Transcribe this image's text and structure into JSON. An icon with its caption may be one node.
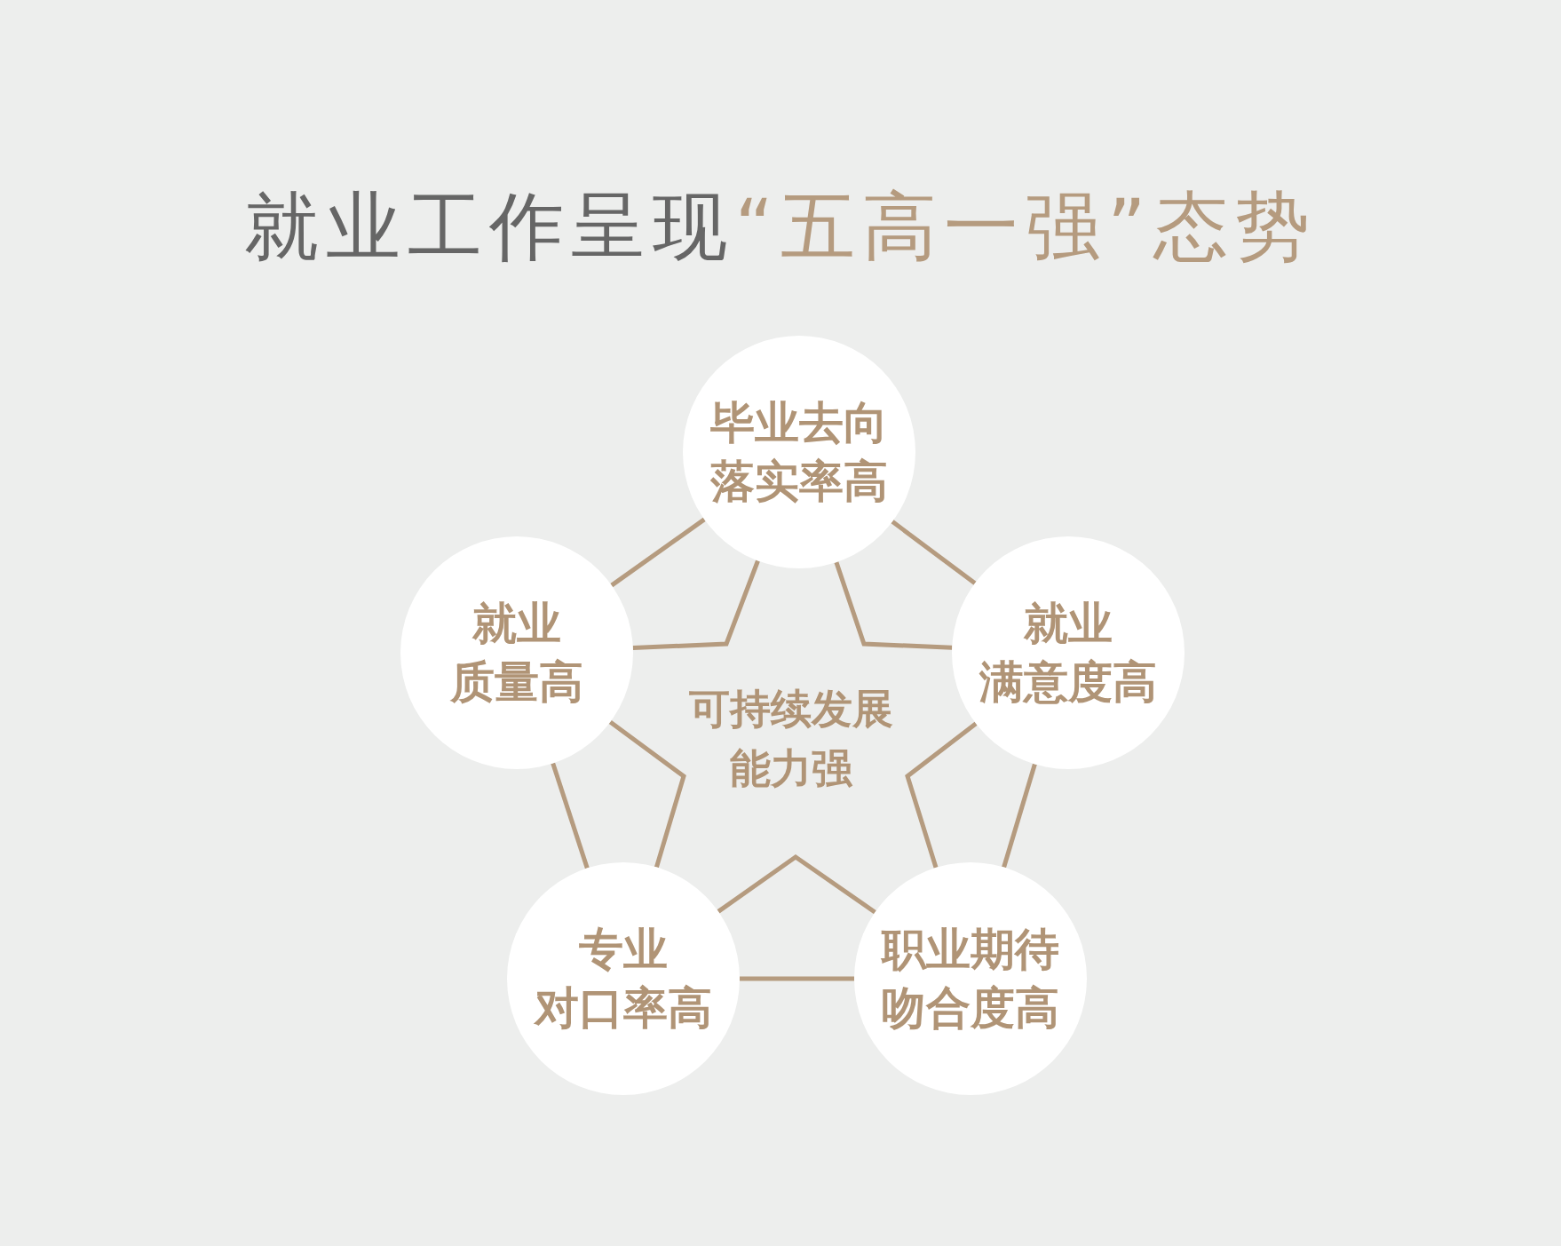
{
  "diagram": {
    "title": "就业工作呈现“五高一强”态势",
    "nodes": [
      {
        "text": [
          "毕业去向落实率高"
        ]
      },
      {
        "text": [
          "就业质量高"
        ]
      },
      {
        "text": [
          "就业满意度高"
        ]
      },
      {
        "text": [
          "专业对口率高"
        ]
      },
      {
        "text": [
          "职业期待吻合度高"
        ]
      }
    ],
    "edges": [
      {
        "from": 0,
        "to": 2,
        "arrow": "none"
      },
      {
        "from": 2,
        "to": 4,
        "arrow": "none"
      },
      {
        "from": 4,
        "to": 3,
        "arrow": "none"
      },
      {
        "from": 3,
        "to": 1,
        "arrow": "none"
      },
      {
        "from": 1,
        "to": 0,
        "arrow": "none"
      },
      {
        "from": 0,
        "to": 1,
        "arrow": "none"
      },
      {
        "from": 0,
        "to": 2,
        "arrow": "none"
      },
      {
        "from": 1,
        "to": 3,
        "arrow": "none"
      },
      {
        "from": 2,
        "to": 4,
        "arrow": "none"
      },
      {
        "from": 3,
        "to": 4,
        "arrow": "none"
      }
    ],
    "labels": [
      "可持续发展能力强"
    ]
  }
}
